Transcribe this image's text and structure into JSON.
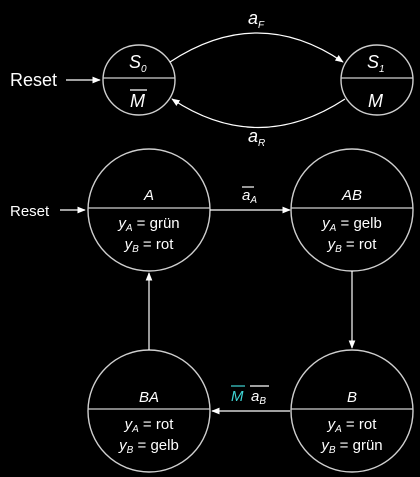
{
  "top": {
    "reset_label": "Reset",
    "s0": {
      "top": "S",
      "top_sub": "0",
      "bottom": "M"
    },
    "s1": {
      "top": "S",
      "top_sub": "1",
      "bottom": "M"
    },
    "edge_forward": {
      "main": "a",
      "sub": "F"
    },
    "edge_return": {
      "main": "a",
      "sub": "R"
    }
  },
  "bottom": {
    "reset_label": "Reset",
    "vars": {
      "a_main": "y",
      "a_sub": "A",
      "b_main": "y",
      "b_sub": "B",
      "eq": " = "
    },
    "states": {
      "A": {
        "name": "A",
        "ya": "grün",
        "yb": "rot"
      },
      "AB": {
        "name": "AB",
        "ya": "gelb",
        "yb": "rot"
      },
      "B": {
        "name": "B",
        "ya": "rot",
        "yb": "grün"
      },
      "BA": {
        "name": "BA",
        "ya": "rot",
        "yb": "gelb"
      }
    },
    "edge_A_AB": {
      "main": "a",
      "sub": "A"
    },
    "edge_B_BA": {
      "m_label": "M",
      "main": "a",
      "sub": "B"
    }
  },
  "colors": {
    "highlight": "#3fd6d6",
    "stroke": "#cfcfcf",
    "background": "#000000"
  }
}
